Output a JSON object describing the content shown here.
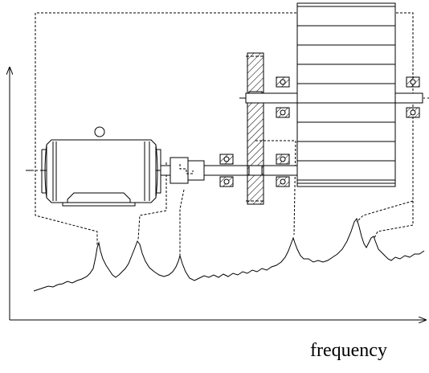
{
  "figure": {
    "xlabel": "frequency"
  },
  "colors": {
    "stroke": "#000000",
    "background": "#ffffff"
  },
  "components": [
    {
      "name": "motor"
    },
    {
      "name": "coupling"
    },
    {
      "name": "bearing"
    },
    {
      "name": "gear"
    },
    {
      "name": "fan"
    }
  ]
}
